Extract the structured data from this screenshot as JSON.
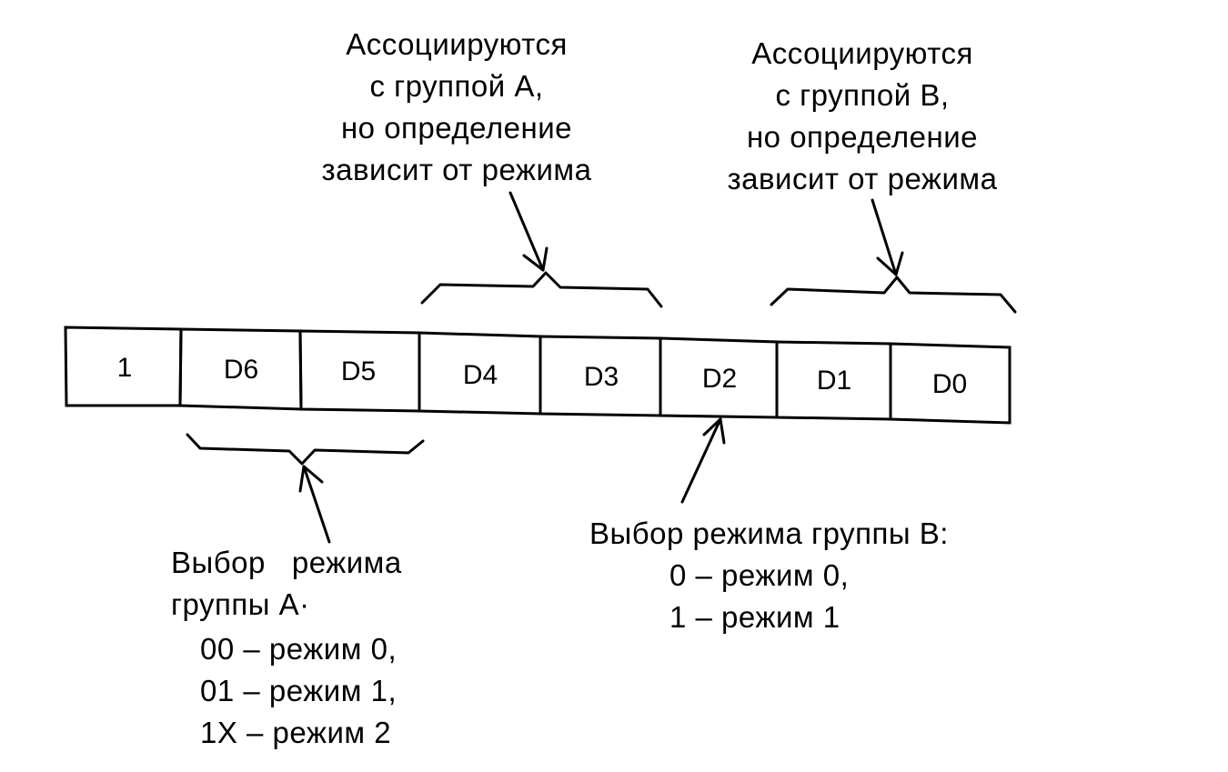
{
  "diagram": {
    "title": "Control word format – mode selection",
    "register": {
      "cells": [
        {
          "label": "1"
        },
        {
          "label": "D6"
        },
        {
          "label": "D5"
        },
        {
          "label": "D4"
        },
        {
          "label": "D3"
        },
        {
          "label": "D2"
        },
        {
          "label": "D1"
        },
        {
          "label": "D0"
        }
      ]
    },
    "annotations": {
      "group_a_assoc": {
        "lines": [
          "Ассоциируются",
          "с группой А,",
          "но определение",
          "зависит от режима"
        ],
        "target_bits": [
          "D4",
          "D3"
        ]
      },
      "group_b_assoc": {
        "lines": [
          "Ассоциируются",
          "с группой В,",
          "но определение",
          "зависит от режима"
        ],
        "target_bits": [
          "D1",
          "D0"
        ]
      },
      "group_a_mode": {
        "title_lines": [
          "Выбор   режима",
          "группы А·"
        ],
        "options": [
          "00 – режим 0,",
          "01 – режим 1,",
          "1X – режим 2"
        ],
        "target_bits": [
          "D6",
          "D5"
        ]
      },
      "group_b_mode": {
        "title_lines": [
          "Выбор режима группы В:"
        ],
        "options": [
          "0 – режим 0,",
          "1 – режим 1"
        ],
        "target_bits": [
          "D2"
        ]
      }
    },
    "colors": {
      "ink": "#000000",
      "paper": "#ffffff"
    }
  }
}
